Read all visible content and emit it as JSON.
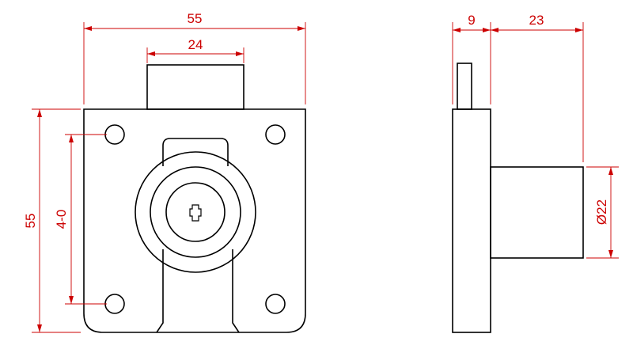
{
  "dimensions": {
    "overall_width": "55",
    "top_block_width": "24",
    "overall_height": "55",
    "hole_spacing": "4-0",
    "flange_thickness": "9",
    "cylinder_length": "23",
    "cylinder_diameter": "Ø22"
  },
  "colors": {
    "outline": "#000000",
    "dimension": "#cc0000",
    "background": "#ffffff"
  }
}
